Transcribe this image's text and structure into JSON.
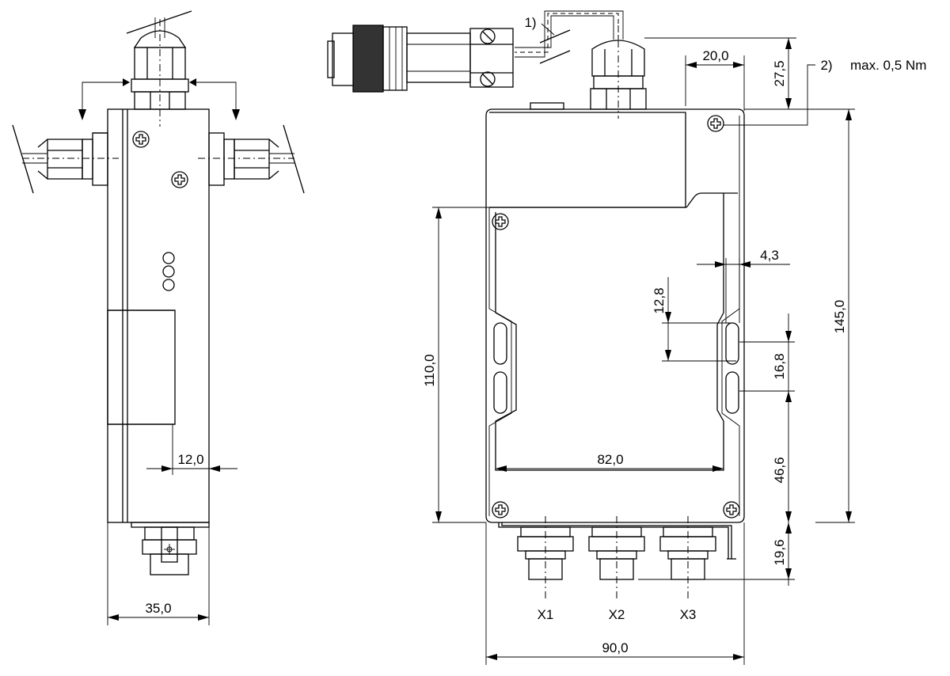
{
  "dimensions": {
    "side_width": "35,0",
    "side_offset": "12,0",
    "top_offset": "20,0",
    "cable_height": "27,5",
    "total_height": "145,0",
    "lower_height": "110,0",
    "mount_width": "82,0",
    "total_width": "90,0",
    "slot_inset": "4,3",
    "slot_length": "12,8",
    "slot_pitch": "16,8",
    "slot_base": "46,6",
    "connector_depth": "19,6"
  },
  "notes": {
    "note1": "1)",
    "note2": "2)",
    "torque": "max. 0,5 Nm"
  },
  "connectors": [
    "X1",
    "X2",
    "X3"
  ]
}
